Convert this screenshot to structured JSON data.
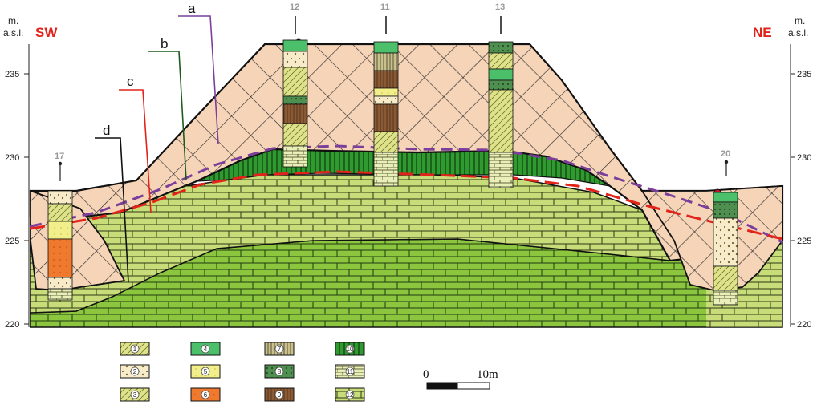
{
  "axes": {
    "unit_line1": "m.",
    "unit_line2": "a.s.l.",
    "ticks": [
      "235",
      "230",
      "225",
      "220"
    ]
  },
  "sides": {
    "left": "SW",
    "right": "NE"
  },
  "surface_labels": [
    "a",
    "b",
    "c",
    "d"
  ],
  "boreholes": [
    "17",
    "12",
    "11",
    "13",
    "20"
  ],
  "legend": [
    "1",
    "2",
    "3",
    "4",
    "5",
    "6",
    "7",
    "8",
    "9",
    "10",
    "11",
    "12"
  ],
  "scale": {
    "start": "0",
    "end": "10m"
  },
  "colors": {
    "fill_peach": "#f6d4b8",
    "lime": "#c8dc7a",
    "green": "#8cc63f",
    "dark_green": "#2f9a2f",
    "yellow": "#f2ee8a",
    "orange": "#ef7a2e",
    "brown": "#8a5a34",
    "side_label": "#e2231a",
    "line_a": "#7b3f9b",
    "line_b": "#1e5a1e",
    "line_c": "#e2231a",
    "line_d": "#111111"
  }
}
